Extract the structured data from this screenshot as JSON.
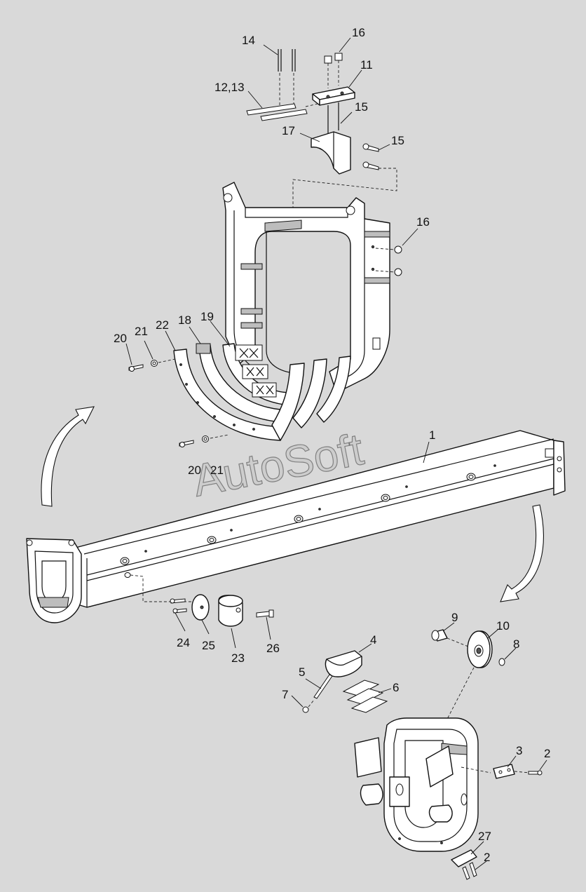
{
  "watermark": "AutoSoft",
  "labels": {
    "l1": "1",
    "l2a": "2",
    "l2b": "2",
    "l3": "3",
    "l4": "4",
    "l5": "5",
    "l6": "6",
    "l7": "7",
    "l8": "8",
    "l9": "9",
    "l10": "10",
    "l11": "11",
    "l12_13": "12,13",
    "l14": "14",
    "l15a": "15",
    "l15b": "15",
    "l16a": "16",
    "l16b": "16",
    "l17": "17",
    "l18": "18",
    "l19": "19",
    "l20a": "20",
    "l20b": "20",
    "l21a": "21",
    "l21b": "21",
    "l22": "22",
    "l23": "23",
    "l24": "24",
    "l25": "25",
    "l26": "26",
    "l27": "27"
  }
}
